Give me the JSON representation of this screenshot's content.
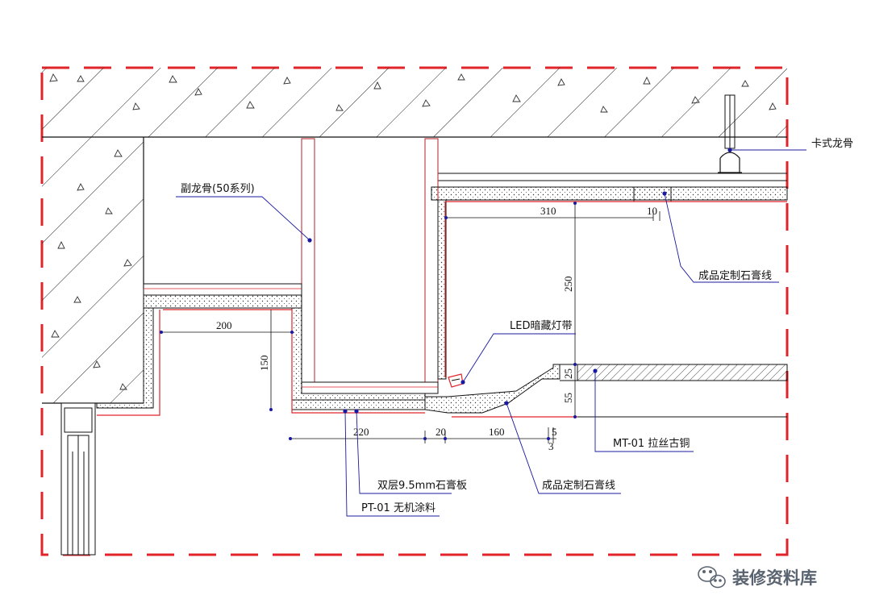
{
  "callouts": {
    "sub_keel": "副龙骨(50系列)",
    "clip_keel": "卡式龙骨",
    "gypsum_line_top": "成品定制石膏线",
    "led_strip": "LED暗藏灯带",
    "double_gypsum_board": "双层9.5mm石膏板",
    "pt01": "PT-01 无机涂料",
    "gypsum_line_bottom": "成品定制石膏线",
    "mt01": "MT-01 拉丝古铜"
  },
  "dimensions": {
    "d310": "310",
    "d10": "10",
    "d250": "250",
    "d200": "200",
    "d150": "150",
    "d25": "25",
    "d55": "55",
    "d220": "220",
    "d20": "20",
    "d160": "160",
    "d5": "5",
    "d3": "3"
  },
  "watermark": {
    "text": "装修资料库",
    "icon": "wechat-icon"
  },
  "colors": {
    "border": "#e0242a",
    "line": "#111111",
    "finish": "#e0242a",
    "leader": "#1a1aa0"
  }
}
